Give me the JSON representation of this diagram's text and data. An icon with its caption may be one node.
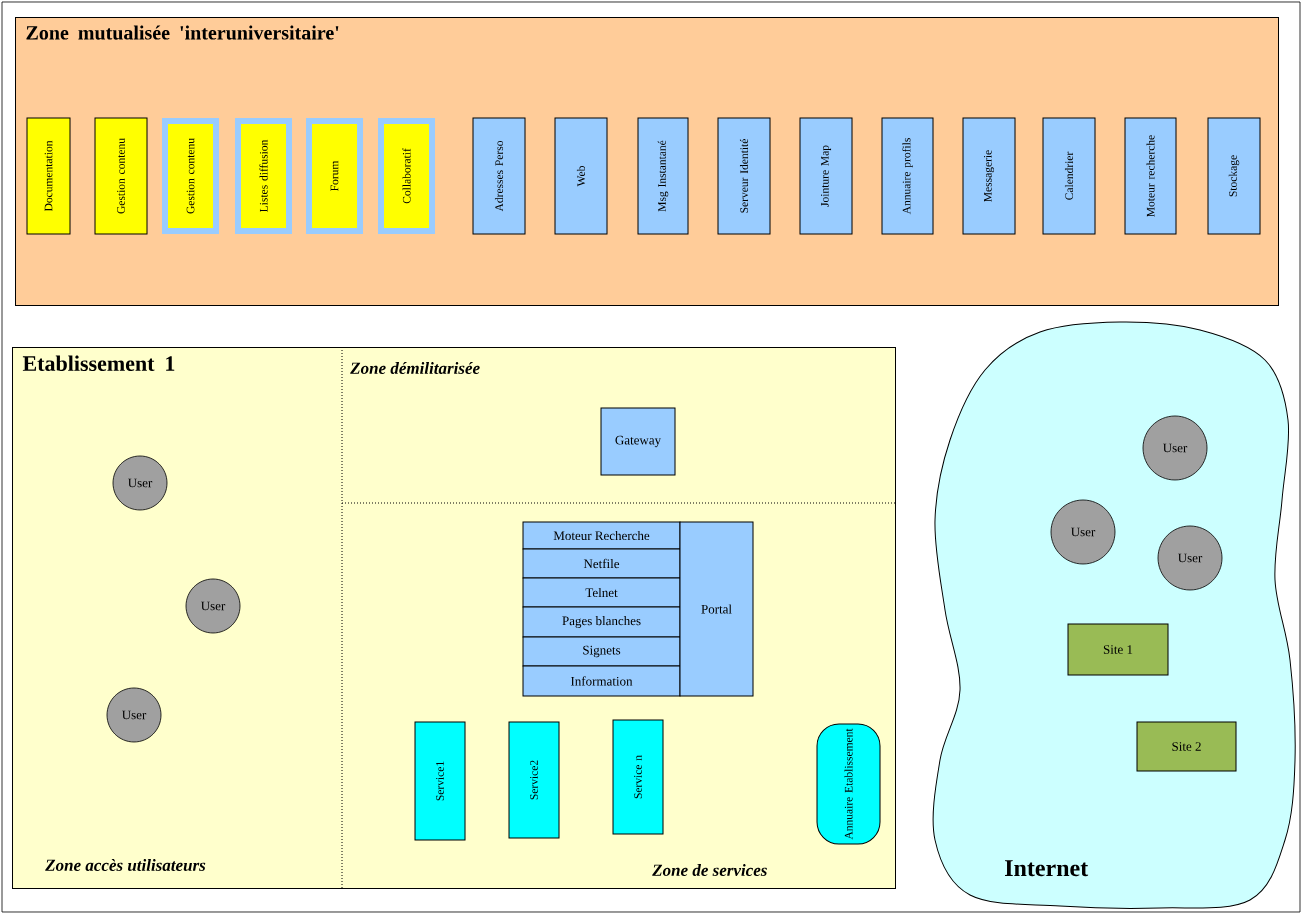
{
  "diagram": {
    "nodes": [
      {
        "text": [
          "Zone mutualisée 'interuniversitaire'"
        ]
      },
      {
        "text": [
          "Documentation"
        ],
        "in": 0
      },
      {
        "text": [
          "Gestion contenu"
        ],
        "in": 0
      },
      {
        "text": [
          "Gestion contenu"
        ],
        "in": 0
      },
      {
        "text": [
          "Listes diffusion"
        ],
        "in": 0
      },
      {
        "text": [
          "Forum"
        ],
        "in": 0
      },
      {
        "text": [
          "Collaboratif"
        ],
        "in": 0
      },
      {
        "text": [
          "Adresses Perso"
        ],
        "in": 0
      },
      {
        "text": [
          "Web"
        ],
        "in": 0
      },
      {
        "text": [
          "Msg Instantané"
        ],
        "in": 0
      },
      {
        "text": [
          "Serveur Identité"
        ],
        "in": 0
      },
      {
        "text": [
          "Jointure Map"
        ],
        "in": 0
      },
      {
        "text": [
          "Annuaire profils"
        ],
        "in": 0
      },
      {
        "text": [
          "Messagerie"
        ],
        "in": 0
      },
      {
        "text": [
          "Calendrier"
        ],
        "in": 0
      },
      {
        "text": [
          "Moteur recherche"
        ],
        "in": 0
      },
      {
        "text": [
          "Stockage"
        ],
        "in": 0
      },
      {
        "text": [
          "Etablissement 1"
        ]
      },
      {
        "text": [
          "User"
        ],
        "in": 17
      },
      {
        "text": [
          "User"
        ],
        "in": 17
      },
      {
        "text": [
          "User"
        ],
        "in": 17
      },
      {
        "text": [
          "Gateway"
        ],
        "in": 17
      },
      {
        "text": [
          "Moteur Recherche"
        ],
        "in": 17
      },
      {
        "text": [
          "Netfile"
        ],
        "in": 17
      },
      {
        "text": [
          "Telnet"
        ],
        "in": 17
      },
      {
        "text": [
          "Pages blanches"
        ],
        "in": 17
      },
      {
        "text": [
          "Signets"
        ],
        "in": 17
      },
      {
        "text": [
          "Information"
        ],
        "in": 17
      },
      {
        "text": [
          "Portal"
        ],
        "in": 17
      },
      {
        "text": [
          "Service1"
        ],
        "in": 17
      },
      {
        "text": [
          "Service2"
        ],
        "in": 17
      },
      {
        "text": [
          "Service n"
        ],
        "in": 17
      },
      {
        "text": [
          "Annuaire Etablissement"
        ],
        "in": 17
      },
      {
        "text": [
          "Internet"
        ]
      },
      {
        "text": [
          "User"
        ],
        "in": 33
      },
      {
        "text": [
          "User"
        ],
        "in": 33
      },
      {
        "text": [
          "User"
        ],
        "in": 33
      },
      {
        "text": [
          "Site 1"
        ],
        "in": 33
      },
      {
        "text": [
          "Site 2"
        ],
        "in": 33
      }
    ],
    "labels": [
      "Zone démilitarisée",
      "Zone accès utilisateurs",
      "Zone de services"
    ]
  }
}
